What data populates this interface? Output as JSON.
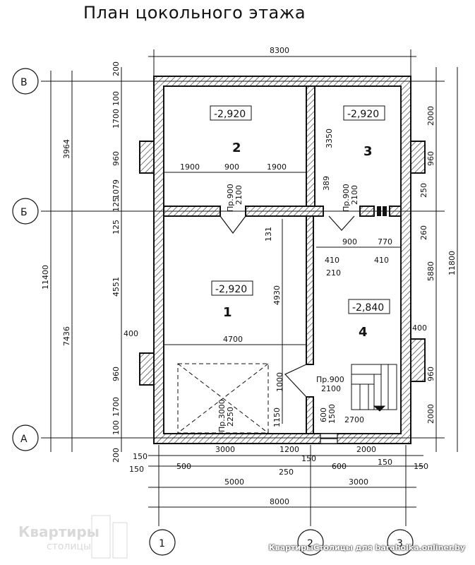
{
  "title": "План цокольного этажа",
  "axes": {
    "B": "В",
    "BE": "Б",
    "A": "А",
    "n1": "1",
    "n2": "2",
    "n3": "3"
  },
  "rooms": [
    {
      "num": "1",
      "level": "-2,920"
    },
    {
      "num": "2",
      "level": "-2,920"
    },
    {
      "num": "3",
      "level": "-2,920"
    },
    {
      "num": "4",
      "level": "-2,840"
    }
  ],
  "doors": {
    "d2": [
      "Пр.900",
      "2100"
    ],
    "d3": [
      "Пр.900",
      "2100"
    ],
    "d4": [
      "Пр.900",
      "2100"
    ],
    "gate": [
      "Пр.3000",
      "2250"
    ],
    "win": [
      "600",
      "1500"
    ]
  },
  "dims": {
    "top_total": "8300",
    "left_outer": [
      "11400"
    ],
    "left_mid": [
      "3964",
      "7436"
    ],
    "left_inner": [
      "200",
      "100",
      "1700",
      "960",
      "1079",
      "125",
      "125",
      "4551",
      "400",
      "960",
      "1700",
      "100",
      "200"
    ],
    "right_outer": [
      "11800"
    ],
    "right_mid": [
      "2000",
      "960",
      "250",
      "260",
      "5880",
      "400",
      "960",
      "2000"
    ],
    "room2_row": [
      "1900",
      "900",
      "1900"
    ],
    "room3_v": "3350",
    "r3_389": "389",
    "row4": [
      "900",
      "770",
      "410",
      "210",
      "410"
    ],
    "v131": "131",
    "v4930": "4930",
    "r1_4700": "4700",
    "v1000": "1000",
    "v1150": "1150",
    "v2700": "2700",
    "bottom_row1": [
      "150",
      "3000",
      "1200",
      "2000",
      "150"
    ],
    "bottom_row2": [
      "150",
      "500",
      "150",
      "250",
      "600",
      "150"
    ],
    "bottom_5000": "5000",
    "bottom_3000": "3000",
    "bottom_8000": "8000"
  },
  "watermark": {
    "line1": "Квартиры",
    "line2": "столицы"
  },
  "footer_site": "КвартирыСтолицы для baraholka.onliner.by"
}
